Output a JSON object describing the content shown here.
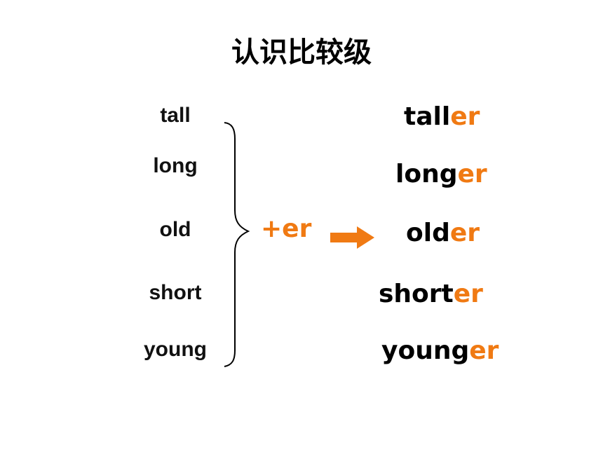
{
  "title": "认识比较级",
  "colors": {
    "accent": "#f07a13",
    "text": "#000000"
  },
  "base_words": [
    "tall",
    "long",
    "old",
    "short",
    "young"
  ],
  "suffix": "+er",
  "arrow_icon": "right-arrow-icon",
  "comparatives": [
    {
      "stem": "tall",
      "ending": "er"
    },
    {
      "stem": "long",
      "ending": "er"
    },
    {
      "stem": "old",
      "ending": "er"
    },
    {
      "stem": "short",
      "ending": "er"
    },
    {
      "stem": "young",
      "ending": "er"
    }
  ]
}
